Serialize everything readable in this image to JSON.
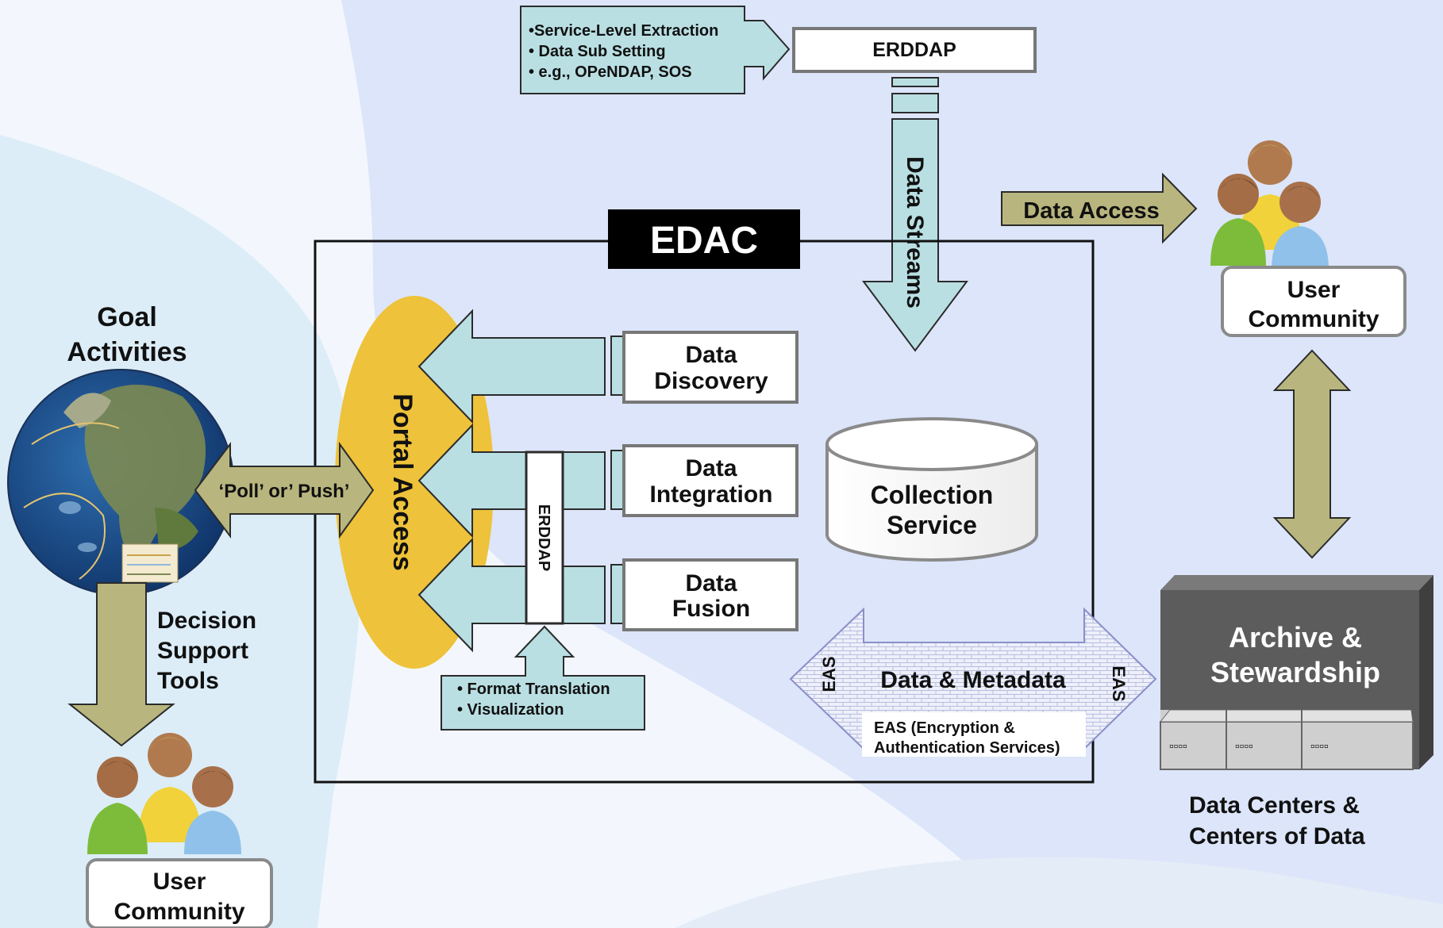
{
  "colors": {
    "teal_fill": "#b9dfe3",
    "olive_fill": "#b8b67e",
    "gold_fill": "#eec23a",
    "edac_black": "#000000",
    "archive_gray": "#5c5c5c",
    "background_blue": "#dce5f9"
  },
  "top_callout": {
    "line1": "•Service-Level Extraction",
    "line2": "• Data Sub Setting",
    "line3": "• e.g., OPeNDAP, SOS"
  },
  "erddap_top": "ERDDAP",
  "data_streams": "Data Streams",
  "data_access": "Data Access",
  "edac_title": "EDAC",
  "portal_access": "Portal Access",
  "erddap_vertical": "ERDDAP",
  "services": {
    "discovery": {
      "line1": "Data",
      "line2": "Discovery"
    },
    "integration": {
      "line1": "Data",
      "line2": "Integration"
    },
    "fusion": {
      "line1": "Data",
      "line2": "Fusion"
    }
  },
  "collection_service": {
    "line1": "Collection",
    "line2": "Service"
  },
  "bottom_callout": {
    "line1": "• Format Translation",
    "line2": "• Visualization"
  },
  "data_metadata": {
    "title": "Data & Metadata",
    "eas_left": "EAS",
    "eas_right": "EAS",
    "note_line1": "EAS (Encryption &",
    "note_line2": "Authentication Services)"
  },
  "goal_activities": {
    "line1": "Goal",
    "line2": "Activities"
  },
  "poll_push": "‘Poll’ or’ Push’",
  "decision_support": {
    "line1": "Decision",
    "line2": "Support",
    "line3": "Tools"
  },
  "user_community_right": {
    "line1": "User",
    "line2": "Community"
  },
  "user_community_bottom": {
    "line1": "User",
    "line2": "Community"
  },
  "archive": {
    "line1": "Archive &",
    "line2": "Stewardship",
    "drive_label": "▫▫▫▫"
  },
  "data_centers": {
    "line1": "Data Centers &",
    "line2": "Centers of Data"
  }
}
